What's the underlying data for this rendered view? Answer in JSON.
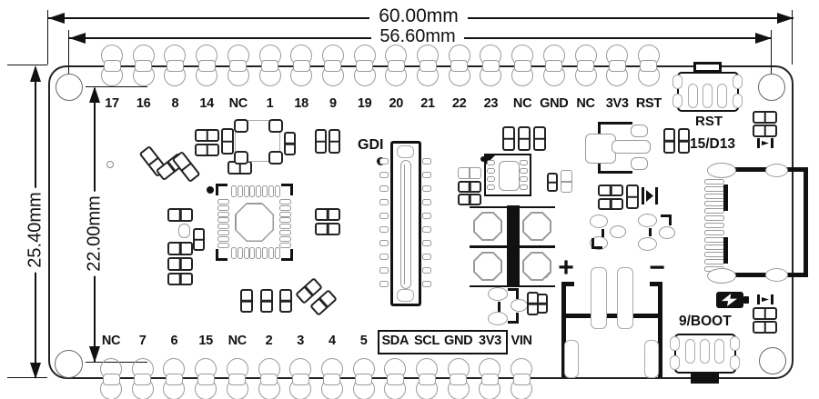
{
  "figure": {
    "type": "pcb-mechanical-drawing",
    "description": "Development board dimension and pinout diagram"
  },
  "dimensions": {
    "outer_width": "60.00mm",
    "inner_width": "56.60mm",
    "outer_height": "25.40mm",
    "inner_height": "22.00mm"
  },
  "top_pins": [
    "17",
    "16",
    "8",
    "14",
    "NC",
    "1",
    "18",
    "9",
    "19",
    "20",
    "21",
    "22",
    "23",
    "NC",
    "GND",
    "NC",
    "3V3",
    "RST"
  ],
  "bottom_pins": [
    "NC",
    "7",
    "6",
    "15",
    "NC",
    "2",
    "3",
    "4",
    "5",
    "SDA",
    "SCL",
    "GND",
    "3V3",
    "VIN"
  ],
  "bottom_boxed_pins": [
    "SDA",
    "SCL",
    "GND",
    "3V3"
  ],
  "labels": {
    "gdi": "GDI",
    "reset": "RST",
    "led": "15/D13",
    "boot": "9/BOOT",
    "battery_positive": "+",
    "battery_negative": "−"
  },
  "icons": {
    "charge": "battery-charge-icon"
  },
  "colors": {
    "line": "#111111",
    "pad_gray": "#9a9a9a",
    "background": "#ffffff"
  }
}
